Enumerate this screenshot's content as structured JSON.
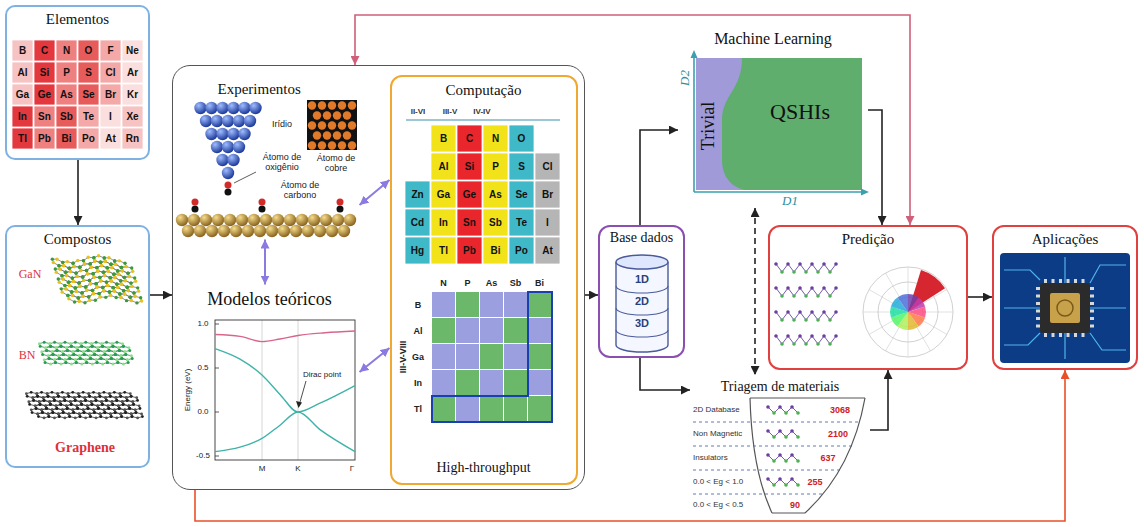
{
  "diagram": {
    "nodes": [
      {
        "text": [
          "Elementos"
        ]
      },
      {
        "text": [
          "Compostos"
        ]
      },
      {
        "text": []
      },
      {
        "text": [
          "Experimentos"
        ],
        "in": 2
      },
      {
        "text": [
          "Computação",
          "High-throughput"
        ],
        "in": 2
      },
      {
        "text": [
          "Modelos teóricos"
        ],
        "in": 2
      },
      {
        "text": [
          "Machine Learning"
        ]
      },
      {
        "text": [
          "Base dados"
        ]
      },
      {
        "text": [
          "Predição"
        ]
      },
      {
        "text": [
          "Aplicações"
        ]
      },
      {
        "text": [
          "Triagem de materiais"
        ]
      }
    ],
    "edges": [
      {
        "from": 0,
        "to": 1,
        "arrow": "to"
      },
      {
        "from": 1,
        "to": 2,
        "arrow": "to"
      },
      {
        "from": 3,
        "to": 4,
        "arrow": "both"
      },
      {
        "from": 3,
        "to": 5,
        "arrow": "both"
      },
      {
        "from": 5,
        "to": 4,
        "arrow": "both"
      },
      {
        "from": 2,
        "to": 7,
        "arrow": "to"
      },
      {
        "from": 7,
        "to": 6,
        "arrow": "to"
      },
      {
        "from": 7,
        "to": 10,
        "arrow": "to"
      },
      {
        "from": 6,
        "to": 10,
        "arrow": "both"
      },
      {
        "from": 6,
        "to": 8,
        "arrow": "to"
      },
      {
        "from": 10,
        "to": 8,
        "arrow": "to"
      },
      {
        "from": 8,
        "to": 9,
        "arrow": "to"
      },
      {
        "from": 2,
        "to": 8,
        "arrow": "both"
      },
      {
        "from": 2,
        "to": 9,
        "arrow": "to"
      }
    ],
    "labels": [
      "B",
      "C",
      "N",
      "O",
      "F",
      "Ne",
      "Al",
      "Si",
      "P",
      "S",
      "Cl",
      "Ar",
      "Ga",
      "Ge",
      "As",
      "Se",
      "Br",
      "Kr",
      "In",
      "Sn",
      "Sb",
      "Te",
      "I",
      "Xe",
      "Tl",
      "Pb",
      "Bi",
      "Po",
      "At",
      "Rn",
      "GaN",
      "BN",
      "Graphene",
      "Irídio",
      "Átomo de oxigênio",
      "Átomo de carbono",
      "Átomo de cobre",
      "II-VI",
      "III-V",
      "IV-IV",
      "B",
      "C",
      "N",
      "O",
      "Al",
      "Si",
      "P",
      "S",
      "Cl",
      "Zn",
      "Ga",
      "Ge",
      "As",
      "Se",
      "Br",
      "Cd",
      "In",
      "Sn",
      "Sb",
      "Te",
      "I",
      "Hg",
      "Tl",
      "Pb",
      "Bi",
      "Po",
      "At",
      "N",
      "P",
      "As",
      "Sb",
      "Bi",
      "B",
      "Al",
      "Ga",
      "In",
      "Tl",
      "III-V-VIII",
      "1.0",
      "0.5",
      "0.0",
      "-0.5",
      "Energy (eV)",
      "M",
      "K",
      "Γ",
      "Dirac point",
      "Trivial",
      "QSHIs",
      "D1",
      "D2",
      "1D",
      "2D",
      "3D",
      "2D Database",
      "3068",
      "Non Magnetic",
      "2100",
      "Insulators",
      "637",
      "0.0 < Eg < 1.0",
      "255",
      "0.0 < Eg < 0.5",
      "90"
    ]
  }
}
